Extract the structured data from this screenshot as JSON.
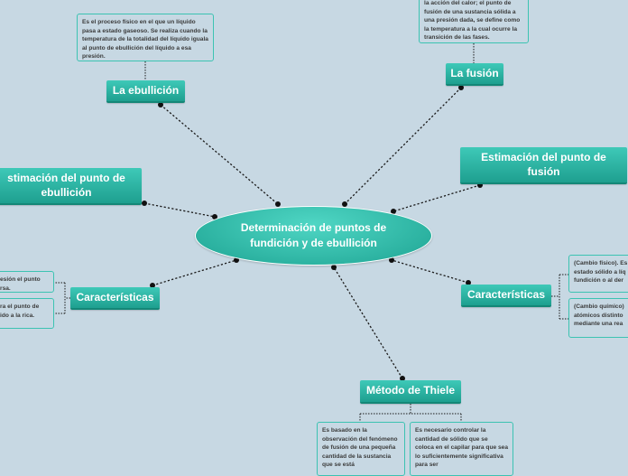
{
  "central": {
    "label": "Determinación de puntos de fundición y de ebullición"
  },
  "branches": {
    "ebullicion": "La ebullición",
    "fusion": "La fusión",
    "estimacion_fusion": "Estimación del punto de fusión",
    "estimacion_ebullicion": "stimación del punto de ebullición",
    "caracteristicas_left": "Características",
    "caracteristicas_right": "Características",
    "metodo_thiele": "Método de Thiele"
  },
  "notes": {
    "ebullicion": "Es el proceso físico en el que un líquido pasa a estado gaseoso. Se realiza cuando la temperatura de la totalidad del líquido iguala al punto de ebullición del líquido a esa presión.",
    "fusion": "la acción del calor; el punto de fusión de una sustancia sólida a una presión dada, se define como la temperatura a la cual ocurre la transición de las fases.",
    "left_1": "esión el punto rsa.",
    "left_2": "ra el punto de ido a la rica.",
    "right_1": "(Cambio físico). Es estado sólido a líq fundición o al der",
    "right_2": "(Cambio químico) atómicos distinto mediante una rea",
    "thiele_1": "Es basado en la observación del fenómeno de fusión de una pequeña cantidad de la sustancia que se está",
    "thiele_2": "Es necesario controlar la cantidad de sólido que se coloca en el capilar para que sea lo suficientemente significativa para ser"
  },
  "colors": {
    "background": "#c7d8e3",
    "node": "#2bb3a2",
    "note_border": "#3cc3b2",
    "connector": "#111111"
  }
}
